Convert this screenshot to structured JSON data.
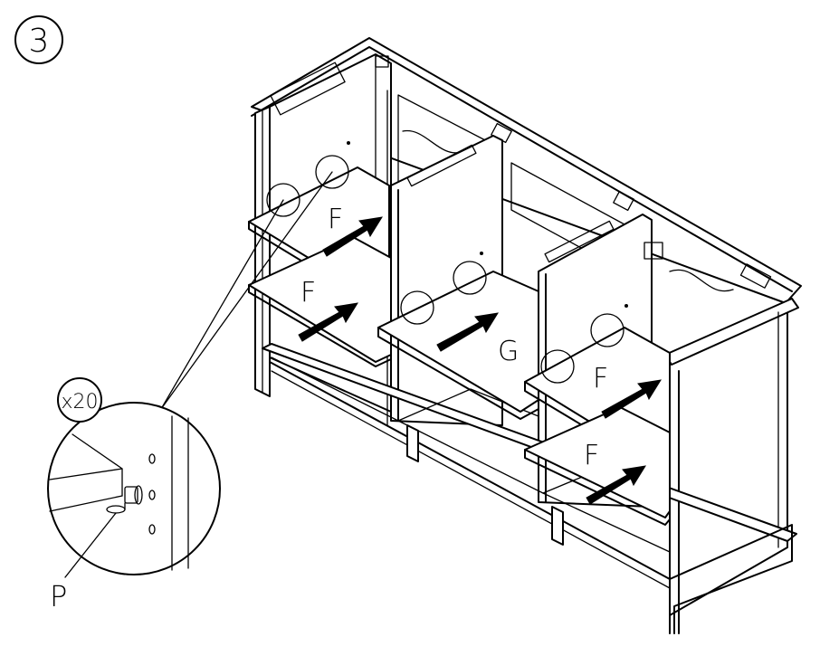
{
  "step": {
    "number": "3"
  },
  "labels": {
    "shelf_left_upper": "F",
    "shelf_left_lower": "F",
    "shelf_center": "G",
    "shelf_right_upper": "F",
    "shelf_right_lower": "F"
  },
  "detail": {
    "quantity": "x20",
    "part": "P"
  }
}
